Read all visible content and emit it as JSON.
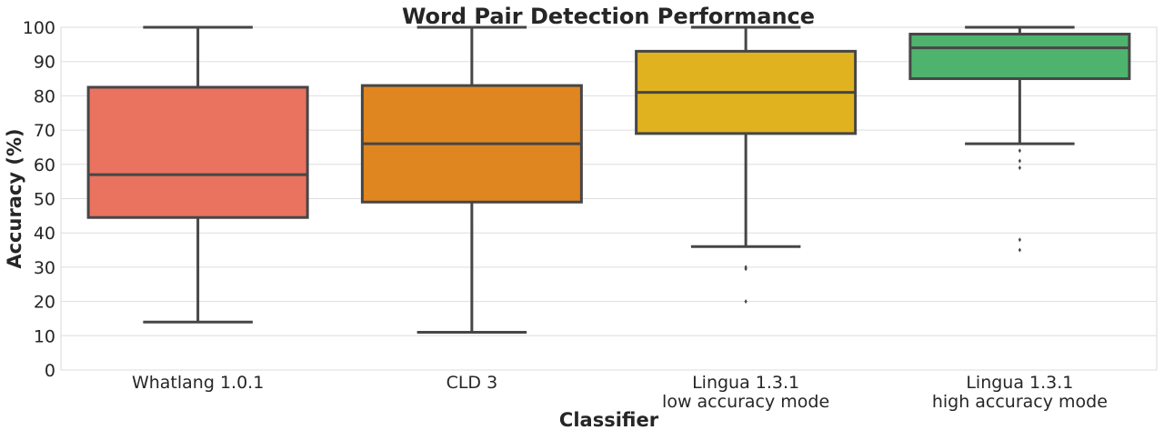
{
  "chart_data": {
    "type": "box",
    "title": "Word Pair Detection Performance",
    "xlabel": "Classifier",
    "ylabel": "Accuracy (%)",
    "ylim": [
      0,
      100
    ],
    "yticks": [
      0,
      10,
      20,
      30,
      40,
      50,
      60,
      70,
      80,
      90,
      100
    ],
    "grid": "horizontal",
    "categories": [
      {
        "lines": [
          "Whatlang 1.0.1"
        ]
      },
      {
        "lines": [
          "CLD 3"
        ]
      },
      {
        "lines": [
          "Lingua 1.3.1",
          "low accuracy mode"
        ]
      },
      {
        "lines": [
          "Lingua 1.3.1",
          "high accuracy mode"
        ]
      }
    ],
    "boxes": [
      {
        "whisker_low": 14,
        "q1": 44.5,
        "median": 57,
        "q3": 82.5,
        "whisker_high": 100,
        "outliers": [],
        "color": "#e9735f"
      },
      {
        "whisker_low": 11,
        "q1": 49,
        "median": 66,
        "q3": 83,
        "whisker_high": 100,
        "outliers": [],
        "color": "#e08620"
      },
      {
        "whisker_low": 36,
        "q1": 69,
        "median": 81,
        "q3": 93,
        "whisker_high": 100,
        "outliers": [
          30,
          29.5,
          20
        ],
        "color": "#e0b21f"
      },
      {
        "whisker_low": 66,
        "q1": 85,
        "median": 94,
        "q3": 98,
        "whisker_high": 100,
        "outliers": [
          64,
          61,
          59,
          38,
          35
        ],
        "color": "#4eb46d"
      }
    ]
  }
}
